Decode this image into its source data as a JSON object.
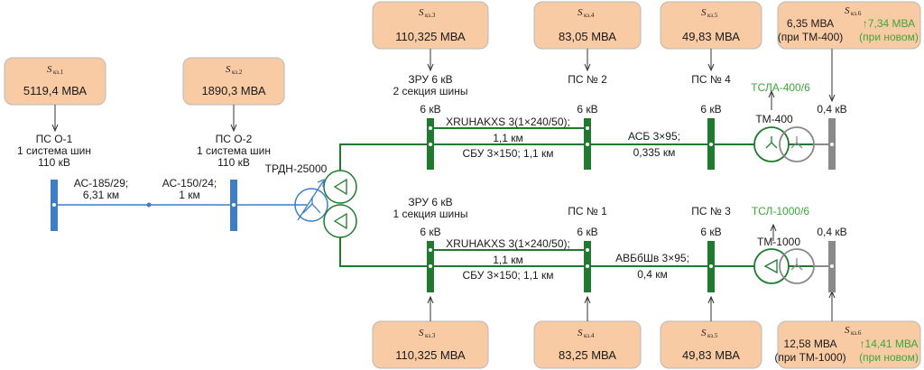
{
  "colors": {
    "green_line": "#1f7a2e",
    "blue_line": "#3d7fc4",
    "box_fill": "#f9cba4",
    "green_text": "#3aa83a",
    "grey_bus": "#8a8a8a"
  },
  "boxes": {
    "b1": {
      "s": "S",
      "sub": "кз.1",
      "value": "5119,4 МВА"
    },
    "b2": {
      "s": "S",
      "sub": "кз.2",
      "value": "1890,3 МВА"
    },
    "b3": {
      "s": "S",
      "sub": "кз.3",
      "value": "110,325 МВА"
    },
    "b4": {
      "s": "S",
      "sub": "кз.4",
      "value": "83,05 МВА"
    },
    "b5": {
      "s": "S",
      "sub": "кз.5",
      "value": "49,83 МВА"
    },
    "b6": {
      "s": "S",
      "sub": "кз.6",
      "line1": "6,35 МВА",
      "line2": "(при ТМ-400)",
      "green1": "↑7,34 МВА",
      "green2": "(при новом)"
    },
    "b3b": {
      "s": "S",
      "sub": "кз.3",
      "value": "110,325 МВА"
    },
    "b4b": {
      "s": "S",
      "sub": "кз.4",
      "value": "83,25 МВА"
    },
    "b5b": {
      "s": "S",
      "sub": "кз.5",
      "value": "49,83 МВА"
    },
    "b6b": {
      "s": "S",
      "sub": "кз.6",
      "line1": "12,58 МВА",
      "line2": "(при ТМ-1000)",
      "green1": "↑14,41 МВА",
      "green2": "(при новом)"
    }
  },
  "nodes": {
    "ps_o1": {
      "l1": "ПС О-1",
      "l2": "1 система шин",
      "l3": "110 кВ"
    },
    "ps_o2": {
      "l1": "ПС О-2",
      "l2": "1 система шин",
      "l3": "110 кВ"
    },
    "zru2": {
      "l1": "ЗРУ 6 кВ",
      "l2": "2 секция шины"
    },
    "zru1": {
      "l1": "ЗРУ 6 кВ",
      "l2": "1 секция шины"
    },
    "ps2": "ПС № 2",
    "ps4": "ПС № 4",
    "ps1": "ПС № 1",
    "ps3": "ПС № 3",
    "kv6": "6 кВ",
    "kv04": "0,4 кВ"
  },
  "lines": {
    "ac185": {
      "l1": "АС-185/29;",
      "l2": "6,31 км"
    },
    "ac150": {
      "l1": "АС-150/24;",
      "l2": "1 км"
    },
    "xru_top": {
      "l1": "XRUHAKXS 3(1×240/50);",
      "l2": "1,1 км",
      "l3": "СБУ 3×150; 1,1 км"
    },
    "asb": {
      "l1": "АСБ 3×95;",
      "l2": "0,335 км"
    },
    "xru_bot": {
      "l1": "XRUHAKXS 3(1×240/50);",
      "l2": "1,1 км",
      "l3": "СБУ 3×150; 1,1 км"
    },
    "avbbshv": {
      "l1": "АВБбШв 3×95;",
      "l2": "0,4 км"
    }
  },
  "transformers": {
    "trdn": "ТРДН-25000",
    "tm400": "ТМ-400",
    "tsla": "ТСЛА-400/6",
    "tm1000": "ТМ-1000",
    "tsl": "ТСЛ-1000/6"
  }
}
